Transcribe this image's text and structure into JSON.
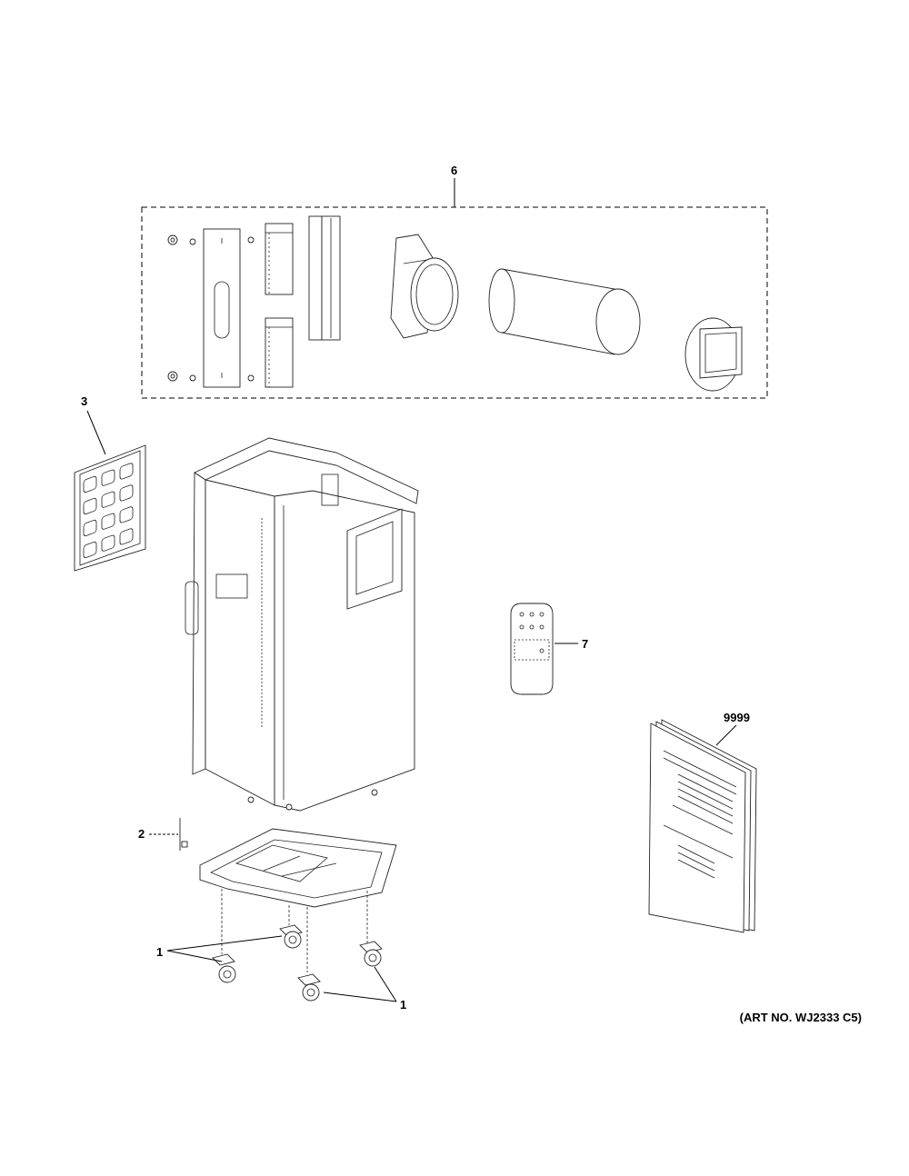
{
  "callouts": {
    "part_1a": "1",
    "part_1b": "1",
    "part_2": "2",
    "part_3": "3",
    "part_6": "6",
    "part_7": "7",
    "part_9999": "9999"
  },
  "art_number": "(ART NO. WJ2333 C5)"
}
